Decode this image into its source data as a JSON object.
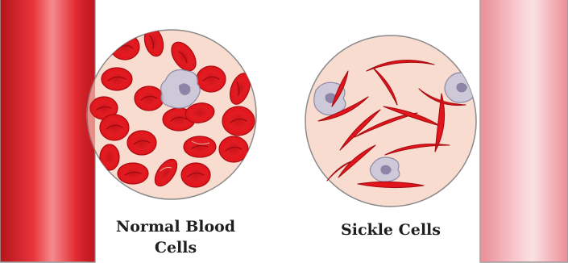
{
  "labels": {
    "normal_line1": "Normal Blood",
    "normal_line2": "Cells",
    "sickle": "Sickle Cells"
  },
  "colors": {
    "tube_red": "#d81f26",
    "tube_pink": "#f19aa3",
    "circle_fill": "#f8d9cc",
    "circle_stroke": "#8a8a8a",
    "cell_red": "#e3141b",
    "cell_dark": "#a60d12",
    "white_cell": "#c9c6d8"
  }
}
